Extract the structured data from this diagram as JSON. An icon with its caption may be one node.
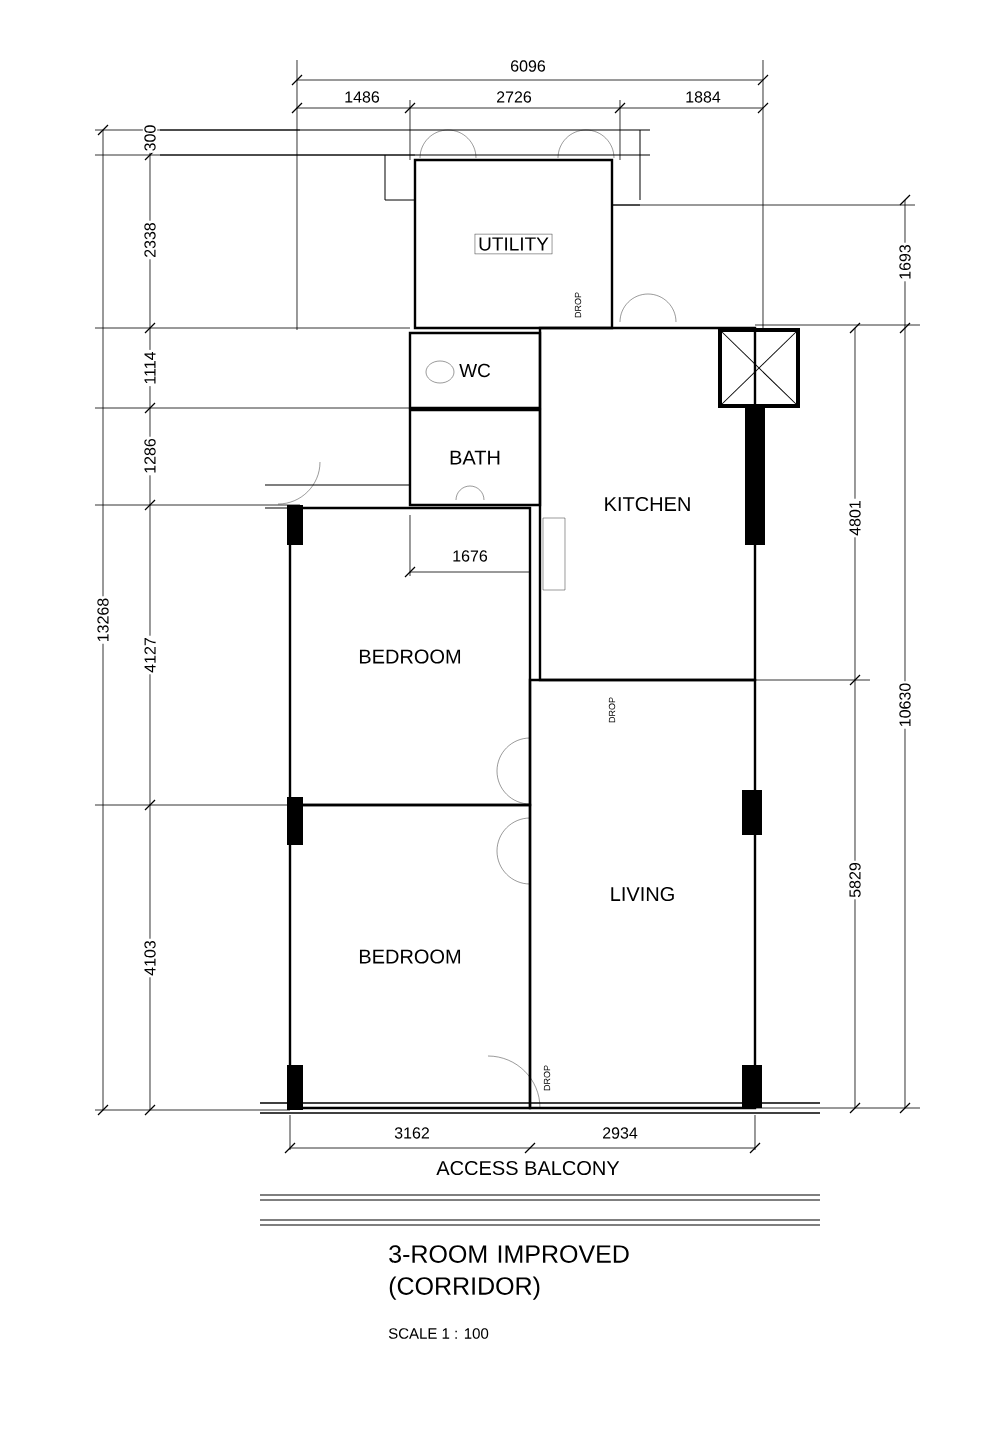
{
  "diagram": {
    "title": "3-ROOM IMPROVED (CORRIDOR)",
    "caption": "SCALE 1 : 100",
    "nodes": [
      {
        "text": [
          "UTILITY"
        ]
      },
      {
        "text": [
          "WC"
        ]
      },
      {
        "text": [
          "BATH"
        ]
      },
      {
        "text": [
          "KITCHEN"
        ]
      },
      {
        "text": [
          "BEDROOM"
        ]
      },
      {
        "text": [
          "BEDROOM"
        ]
      },
      {
        "text": [
          "LIVING"
        ]
      }
    ],
    "labels": [
      "6096",
      "1486",
      "2726",
      "1884",
      "300",
      "2338",
      "1114",
      "1286",
      "4127",
      "4103",
      "13268",
      "1693",
      "4801",
      "10630",
      "5829",
      "1676",
      "DROP",
      "DROP",
      "DROP",
      "3162",
      "2934",
      "ACCESS BALCONY"
    ]
  }
}
